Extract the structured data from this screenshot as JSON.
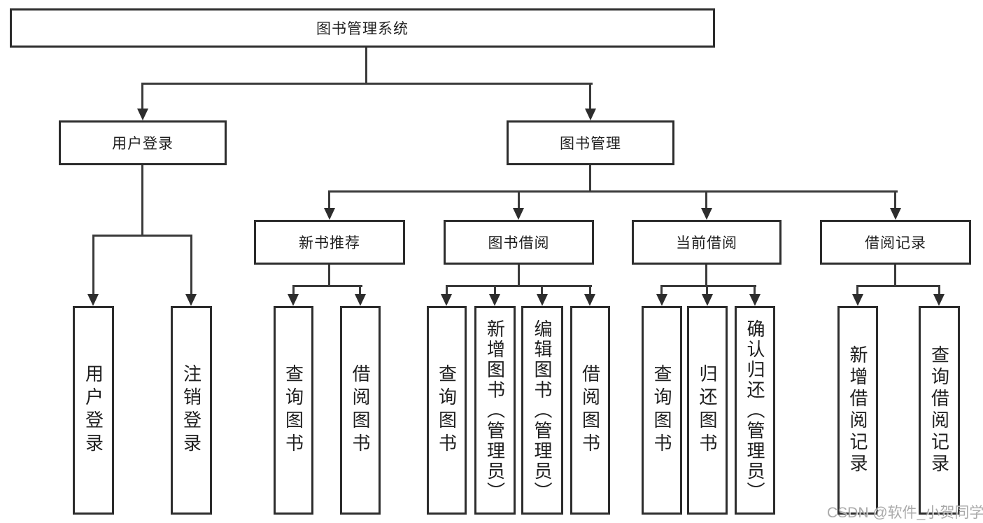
{
  "diagram": {
    "title": "图书管理系统",
    "nodes": {
      "root": "图书管理系统",
      "user_login": "用户登录",
      "book_management": "图书管理",
      "new_book_recommend": "新书推荐",
      "book_borrow": "图书借阅",
      "current_borrow": "当前借阅",
      "borrow_records": "借阅记录",
      "user_login_children": [
        "用户登录",
        "注销登录"
      ],
      "new_book_children": [
        "查询图书",
        "借阅图书"
      ],
      "book_borrow_children": [
        "查询图书",
        "新增图书（管理员）",
        "编辑图书（管理员）",
        "借阅图书"
      ],
      "current_borrow_children": [
        "查询图书",
        "归还图书",
        "确认归还（管理员）"
      ],
      "borrow_records_children": [
        "新增借阅记录",
        "查询借阅记录"
      ]
    },
    "watermark": "CSDN @软件_小贺同学",
    "colors": {
      "background": "#ffffff",
      "box_border": "#2d2d2d",
      "line": "#3a3a3a",
      "text": "#1f1f1f",
      "watermark": "#9b9b9b"
    }
  }
}
